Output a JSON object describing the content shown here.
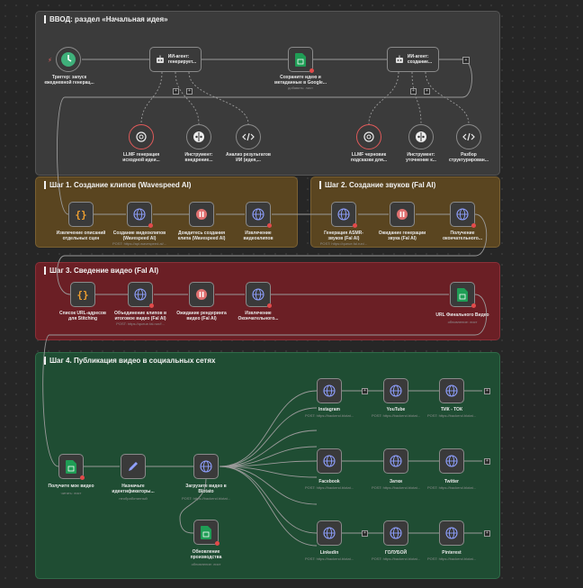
{
  "sections": {
    "input": {
      "title": "ВВОД: раздел «Начальная идея»"
    },
    "step1": {
      "title": "Шаг 1. Создание клипов (Wavespeed AI)"
    },
    "step2": {
      "title": "Шаг 2. Создание звуков (Fal AI)"
    },
    "step3": {
      "title": "Шаг 3. Сведение видео (Fal AI)"
    },
    "step4": {
      "title": "Шаг 4. Публикация видео в социальных сетях"
    }
  },
  "nodes": {
    "trigger": {
      "label": "Триггер: запуск",
      "label2": "ежедневной генерац..."
    },
    "agent1": {
      "label": "ИИ-агент:",
      "label2": "генерирует..."
    },
    "sheet_save": {
      "label": "Сохраните идею и",
      "label2": "метаданные в Google...",
      "sub": "добавить: лист"
    },
    "agent2": {
      "label": "ИИ-агент:",
      "label2": "создание..."
    },
    "llm1": {
      "label": "LLMF генерация",
      "label2": "исходной идеи..."
    },
    "tool1": {
      "label": "Инструмент:",
      "label2": "внедрение..."
    },
    "parse1": {
      "label": "Анализ результатов",
      "label2": "ИИ (идея,..."
    },
    "llm2": {
      "label": "LLMF черновик",
      "label2": "подсказки для..."
    },
    "tool2": {
      "label": "Инструмент:",
      "label2": "уточнение к..."
    },
    "parse2": {
      "label": "Разбор",
      "label2": "структурирован..."
    },
    "extract_desc": {
      "label": "Извлечение описаний",
      "label2": "отдельных сцен"
    },
    "create_clips": {
      "label": "Создание видеоклипов",
      "label2": "(Wavespeed AI)",
      "sub": "POST: https://api.wavespeed.ai/..."
    },
    "wait_clips": {
      "label": "Дождитесь создания",
      "label2": "клипа (Wavespeed AI)"
    },
    "extract_clips": {
      "label": "Извлечение",
      "label2": "видеоклипов"
    },
    "gen_asmr": {
      "label": "Генерация ASMR-",
      "label2": "звуков (Fal AI)",
      "sub": "POST: https://queue.fal.run/..."
    },
    "wait_sound": {
      "label": "Ожидание генерации",
      "label2": "звука (Fal AI)"
    },
    "get_final": {
      "label": "Получение",
      "label2": "окончательного..."
    },
    "url_list": {
      "label": "Список URL-адресов",
      "label2": "для Stitching"
    },
    "merge": {
      "label": "Объединение клипов в",
      "label2": "итоговое видео (Fal AI)",
      "sub": "POST: https://queue.fal.run/f..."
    },
    "wait_render": {
      "label": "Ожидание рендеринга",
      "label2": "видео (Fal AI)"
    },
    "extract_final": {
      "label": "Извлечение",
      "label2": "Окончательного..."
    },
    "final_url": {
      "label": "URL Финального Видео",
      "sub": "обновление: лист"
    },
    "get_video": {
      "label": "Получите мое видео",
      "sub": "читать: лист"
    },
    "set_ids": {
      "label": "Назначьте",
      "label2": "идентификаторы...",
      "sub": "необработанный"
    },
    "upload": {
      "label": "Загрузите видео в",
      "label2": "Blotato",
      "sub": "POST: https://backend.blotat..."
    },
    "update_prod": {
      "label": "Обновление",
      "label2": "производства",
      "sub": "обновление: лист"
    },
    "instagram": {
      "label": "Instagram",
      "sub": "POST: https://backend.blotat..."
    },
    "youtube": {
      "label": "YouTube",
      "sub": "POST: https://backend.blotat..."
    },
    "tiktok": {
      "label": "ТИК - ТОК",
      "sub": "POST: https://backend.blotat..."
    },
    "facebook": {
      "label": "Facebook",
      "sub": "POST: https://backend.blotat..."
    },
    "threads": {
      "label": "Затки",
      "sub": "POST: https://backend.blotat..."
    },
    "twitter": {
      "label": "Twitter",
      "sub": "POST: https://backend.blotat..."
    },
    "linkedin": {
      "label": "Linkedin",
      "sub": "POST: https://backend.blotat..."
    },
    "bluesky": {
      "label": "ГОЛУБОЙ",
      "sub": "POST: https://backend.blotat..."
    },
    "pinterest": {
      "label": "Pinterest",
      "sub": "POST: https://backend.blotat..."
    }
  },
  "colors": {
    "input_bg": "#3b3b3b",
    "step1_bg": "#5a4520",
    "step2_bg": "#5a4520",
    "step3_bg": "#6b1f25",
    "step4_bg": "#1f4d33",
    "trigger": "#3fb07a",
    "sheets": "#1f9d55",
    "agent_red": "#e05a5a"
  }
}
